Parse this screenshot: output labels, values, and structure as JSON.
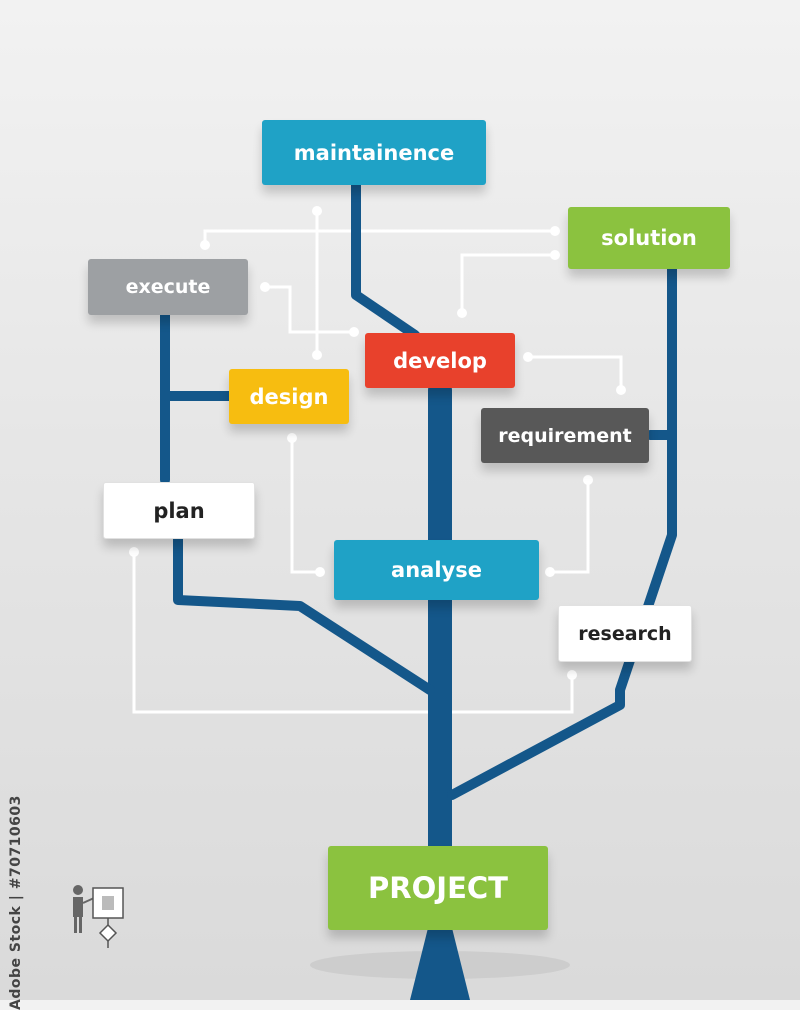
{
  "nodes": {
    "maintainence": {
      "label": "maintainence",
      "color": "#1fa2c6"
    },
    "solution": {
      "label": "solution",
      "color": "#8bc23f"
    },
    "execute": {
      "label": "execute",
      "color": "#9da0a3"
    },
    "develop": {
      "label": "develop",
      "color": "#e8412c"
    },
    "design": {
      "label": "design",
      "color": "#f7bd10"
    },
    "requirement": {
      "label": "requirement",
      "color": "#585858"
    },
    "plan": {
      "label": "plan",
      "color": "#ffffff"
    },
    "analyse": {
      "label": "analyse",
      "color": "#1fa2c6"
    },
    "research": {
      "label": "research",
      "color": "#ffffff"
    },
    "project": {
      "label": "PROJECT",
      "color": "#8bc23f"
    }
  },
  "tree_color": "#14578a",
  "watermark": "Adobe Stock | #70710603",
  "icons": [
    "presenter-icon",
    "flowchart-icon"
  ]
}
